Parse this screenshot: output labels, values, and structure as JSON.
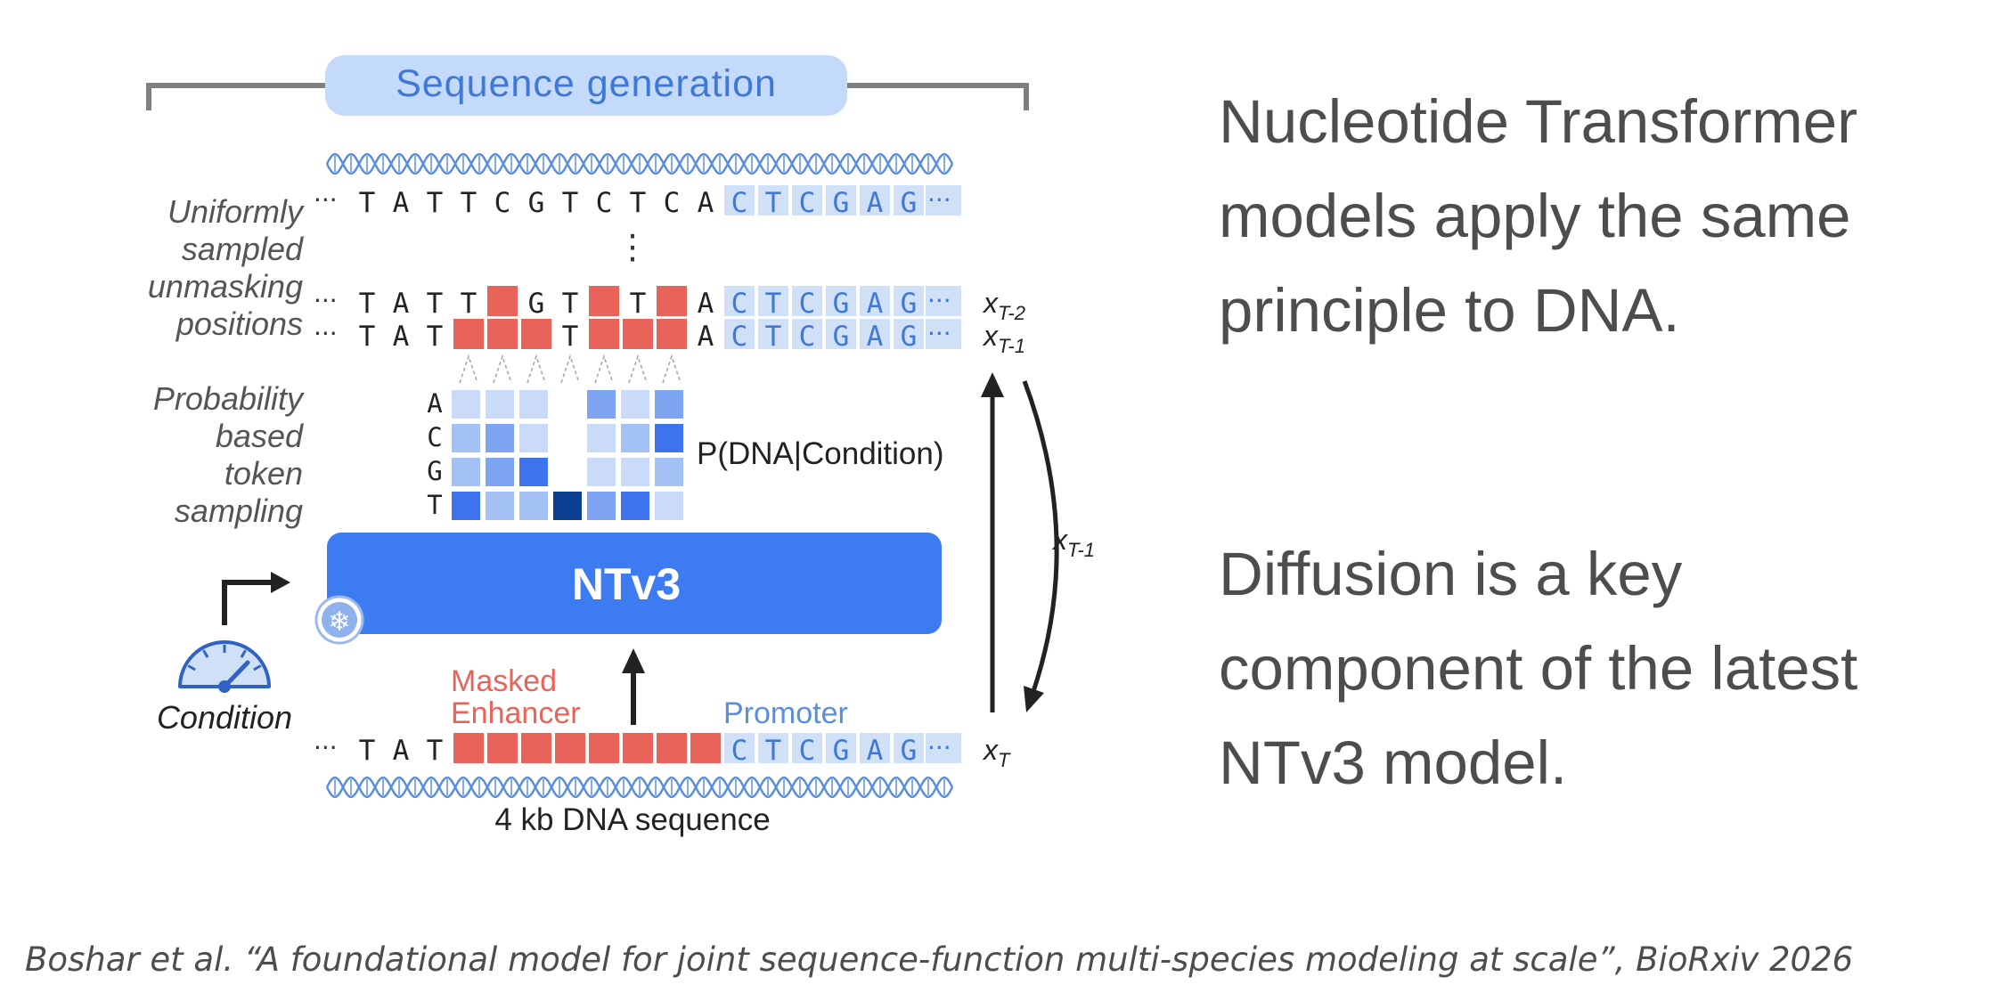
{
  "diagram": {
    "title": "Sequence generation",
    "left_labels": {
      "unmasking": [
        "Uniformly",
        "sampled",
        "unmasking",
        "positions"
      ],
      "sampling": [
        "Probability",
        "based",
        "token",
        "sampling"
      ],
      "condition": "Condition"
    },
    "rows": {
      "top": {
        "tokens": [
          "T",
          "A",
          "T",
          "T",
          "C",
          "G",
          "T",
          "C",
          "T",
          "C",
          "A",
          "C",
          "T",
          "C",
          "G",
          "A",
          "G"
        ],
        "label": ""
      },
      "t2": {
        "tokens": [
          "T",
          "A",
          "T",
          "T",
          "",
          "G",
          "T",
          "",
          "T",
          "",
          "A",
          "C",
          "T",
          "C",
          "G",
          "A",
          "G"
        ],
        "label": "x",
        "sub": "T-2"
      },
      "t1": {
        "tokens": [
          "T",
          "A",
          "T",
          "",
          "",
          "",
          "T",
          "",
          "",
          "",
          "A",
          "C",
          "T",
          "C",
          "G",
          "A",
          "G"
        ],
        "label": "x",
        "sub": "T-1"
      },
      "t0": {
        "tokens": [
          "T",
          "A",
          "T",
          "",
          "",
          "",
          "",
          "",
          "",
          "",
          "",
          "C",
          "T",
          "C",
          "G",
          "A",
          "G"
        ],
        "label": "x",
        "sub": "T"
      }
    },
    "ellipsis": "···",
    "vdots": "⋮",
    "bases": [
      "A",
      "C",
      "G",
      "T"
    ],
    "prob_label": "P(DNA|Condition)",
    "model_name": "NTv3",
    "snowflake_glyph": "❄",
    "masked_label": [
      "Masked",
      "Enhancer"
    ],
    "promoter_label": "Promoter",
    "sequence_caption": "4 kb DNA sequence",
    "loop_label": {
      "text": "x",
      "sub": "T-1"
    },
    "colors": {
      "mask": "#e8645a",
      "promoter_bg": "#cfe0f7",
      "promoter_text": "#3f78d6",
      "model": "#3d7cf0",
      "title_bg": "#c4dafa",
      "title_text": "#3f78d6",
      "helix": "#5b8fde",
      "gauge": "#2f62c4",
      "prob_scale": [
        "#eaf1fc",
        "#c9dbf8",
        "#a4c1f5",
        "#7da5f2",
        "#3d74ee",
        "#0b3f91"
      ]
    },
    "probability_grid": [
      [
        1,
        1,
        1,
        0,
        3,
        1,
        3
      ],
      [
        2,
        3,
        1,
        0,
        1,
        2,
        4
      ],
      [
        2,
        3,
        4,
        0,
        1,
        1,
        2
      ],
      [
        4,
        2,
        2,
        5,
        3,
        4,
        1
      ]
    ]
  },
  "text": {
    "para1": "Nucleotide Transformer models apply the same principle to DNA.",
    "para2": "Diffusion is a key component of the latest NTv3 model.",
    "citation": "Boshar et al. “A foundational model for joint sequence-function multi-species modeling at scale”, BioRxiv 2026"
  }
}
